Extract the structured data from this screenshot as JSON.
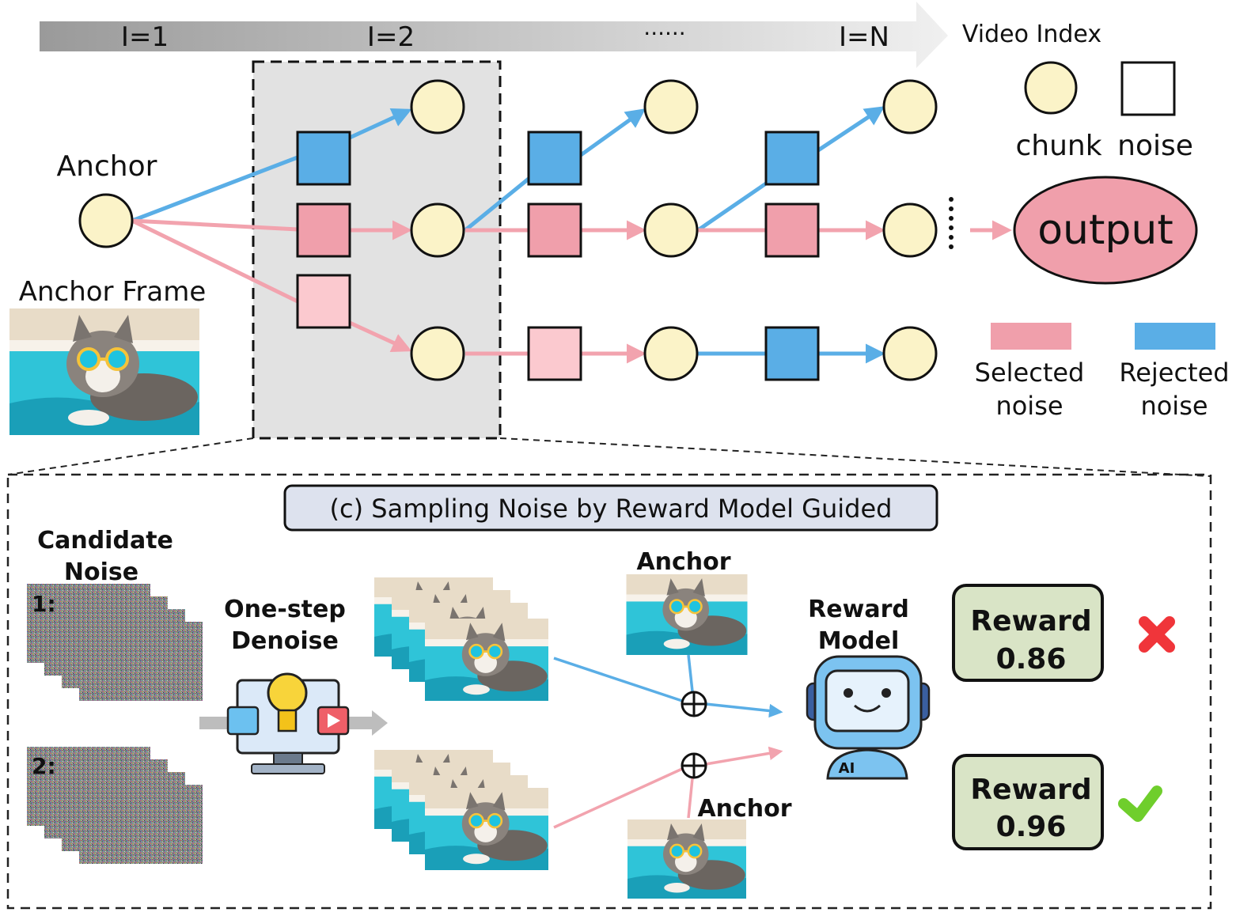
{
  "header": {
    "index_labels": [
      "I=1",
      "I=2",
      "······",
      "I=N"
    ],
    "axis_label": "Video Index"
  },
  "legend": {
    "chunk_label": "chunk",
    "noise_label": "noise",
    "selected_label": [
      "Selected",
      "noise"
    ],
    "rejected_label": [
      "Rejected",
      "noise"
    ]
  },
  "graph": {
    "anchor_label": "Anchor",
    "anchor_frame_label": "Anchor Frame",
    "output_label": "output",
    "vertical_ellipsis": "⋮"
  },
  "panel": {
    "title": "(c) Sampling Noise by Reward Model Guided",
    "candidate_title": [
      "Candidate",
      "Noise"
    ],
    "candidate_labels": [
      "1:",
      "2:"
    ],
    "denoise_label": [
      "One-step",
      "Denoise"
    ],
    "anchor_top_label": "Anchor",
    "anchor_bottom_label": "Anchor",
    "reward_model_label": [
      "Reward",
      "Model"
    ],
    "robot_badge": "AI",
    "rewards": [
      {
        "label": "Reward",
        "value": "0.86",
        "status": "rejected"
      },
      {
        "label": "Reward",
        "value": "0.96",
        "status": "selected"
      }
    ]
  },
  "colors": {
    "chunk_fill": "#fbf3c8",
    "selected_noise": "#f09fab",
    "selected_noise_light": "#fbc9cf",
    "rejected_noise": "#5aaee6",
    "selected_arrow": "#f2a3ae",
    "rejected_arrow": "#5aaee6",
    "highlight_bg": "#e2e2e2",
    "reward_box": "#d9e4c6",
    "title_box": "#dde2ee",
    "cross": "#f0353a",
    "check": "#6fce2c"
  }
}
